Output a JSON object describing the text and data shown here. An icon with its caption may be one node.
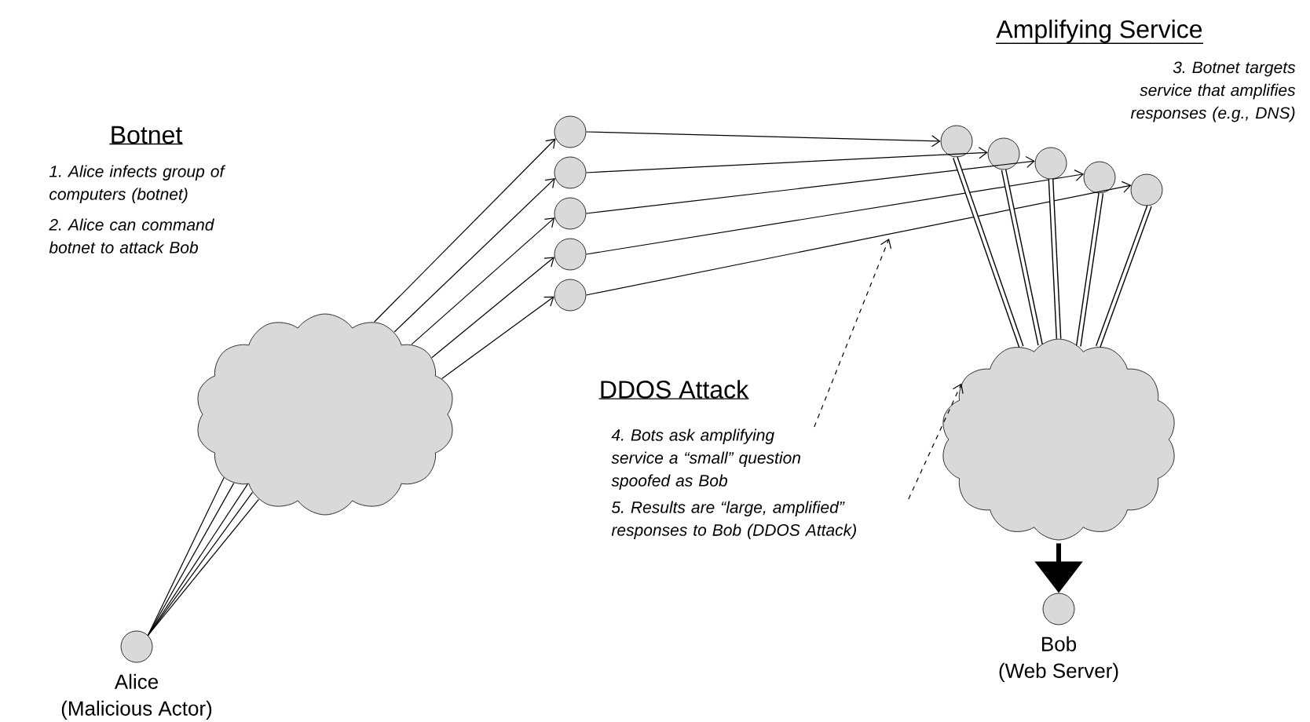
{
  "diagram": {
    "nodes": [
      {
        "text": [],
        "shape": "circle",
        "beside": [
          "Alice",
          "(Malicious Actor)"
        ]
      },
      {
        "text": [],
        "shape": "cloud"
      },
      {
        "text": [],
        "shape": "circle"
      },
      {
        "text": [],
        "shape": "circle"
      },
      {
        "text": [],
        "shape": "circle"
      },
      {
        "text": [],
        "shape": "circle"
      },
      {
        "text": [],
        "shape": "circle"
      },
      {
        "text": [],
        "shape": "circle"
      },
      {
        "text": [],
        "shape": "circle"
      },
      {
        "text": [],
        "shape": "circle"
      },
      {
        "text": [],
        "shape": "circle"
      },
      {
        "text": [],
        "shape": "circle"
      },
      {
        "text": [],
        "shape": "cloud"
      },
      {
        "text": [],
        "shape": "circle",
        "beside": [
          "Bob",
          "(Web Server)"
        ]
      },
      {
        "text": [
          "4. Bots ask amplifying service a “small” question spoofed as Bob"
        ]
      },
      {
        "text": [
          "5. Results are “large, amplified” responses to Bob (DDOS Attack)"
        ]
      }
    ],
    "edges": [
      {
        "from": 0,
        "to": 1,
        "arrow": "none"
      },
      {
        "from": 0,
        "to": 1,
        "arrow": "none"
      },
      {
        "from": 0,
        "to": 1,
        "arrow": "none"
      },
      {
        "from": 0,
        "to": 1,
        "arrow": "none"
      },
      {
        "from": 0,
        "to": 1,
        "arrow": "none"
      },
      {
        "from": 1,
        "to": 2,
        "arrow": "to"
      },
      {
        "from": 1,
        "to": 3,
        "arrow": "to"
      },
      {
        "from": 1,
        "to": 4,
        "arrow": "to"
      },
      {
        "from": 1,
        "to": 5,
        "arrow": "to"
      },
      {
        "from": 1,
        "to": 6,
        "arrow": "to"
      },
      {
        "from": 2,
        "to": 7,
        "arrow": "to"
      },
      {
        "from": 3,
        "to": 8,
        "arrow": "to"
      },
      {
        "from": 4,
        "to": 9,
        "arrow": "to"
      },
      {
        "from": 5,
        "to": 10,
        "arrow": "to"
      },
      {
        "from": 6,
        "to": 11,
        "arrow": "to"
      },
      {
        "from": 7,
        "to": 12,
        "arrow": "none",
        "style": "thick"
      },
      {
        "from": 8,
        "to": 12,
        "arrow": "none",
        "style": "thick"
      },
      {
        "from": 9,
        "to": 12,
        "arrow": "none",
        "style": "thick"
      },
      {
        "from": 10,
        "to": 12,
        "arrow": "none",
        "style": "thick"
      },
      {
        "from": 11,
        "to": 12,
        "arrow": "none",
        "style": "thick"
      },
      {
        "from": 12,
        "to": 13,
        "arrow": "to",
        "style": "thick"
      },
      {
        "from": 14,
        "to": null,
        "arrow": "to",
        "style": "dashed"
      },
      {
        "from": 15,
        "to": 12,
        "arrow": "to",
        "style": "dashed"
      }
    ],
    "labels": [
      "Botnet",
      "1. Alice infects group of computers (botnet)",
      "2. Alice can command botnet to attack Bob",
      "Amplifying Service",
      "3. Botnet targets service that amplifies responses (e.g., DNS)",
      "DDOS Attack"
    ]
  }
}
